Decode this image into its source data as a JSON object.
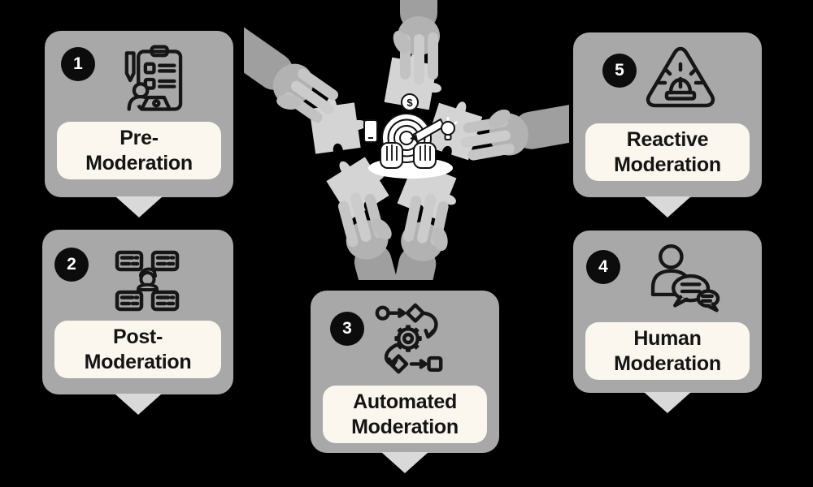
{
  "colors": {
    "background": "#000000",
    "card_bg": "#a8a8a8",
    "pointer": "#d9d9d9",
    "label_bg": "#fbf7ef",
    "label_text": "#141414",
    "badge_bg": "#0c0c0c",
    "badge_text": "#ffffff",
    "icon_stroke": "#161616",
    "photo_hand_gray": "#b2b2b2",
    "photo_puzzle_gray": "#d4d4d4",
    "illustration_white": "#ffffff"
  },
  "cards": [
    {
      "number": "1",
      "lines": [
        "Pre-",
        "Moderation"
      ],
      "icon": "clipboard-review-icon"
    },
    {
      "number": "2",
      "lines": [
        "Post-",
        "Moderation"
      ],
      "icon": "message-cards-person-icon"
    },
    {
      "number": "3",
      "lines": [
        "Automated",
        "Moderation"
      ],
      "icon": "workflow-gear-icon"
    },
    {
      "number": "4",
      "lines": [
        "Human",
        "Moderation"
      ],
      "icon": "person-speech-bubbles-icon"
    },
    {
      "number": "5",
      "lines": [
        "Reactive",
        "Moderation"
      ],
      "icon": "warning-siren-icon"
    }
  ],
  "center": {
    "photo": "five-hands-holding-puzzle-pieces",
    "illustration_icons": [
      "dollar-coin-icon",
      "target-with-dart-icon",
      "lightbulb-icon",
      "smartphone-icon",
      "two-hands-icon"
    ]
  }
}
